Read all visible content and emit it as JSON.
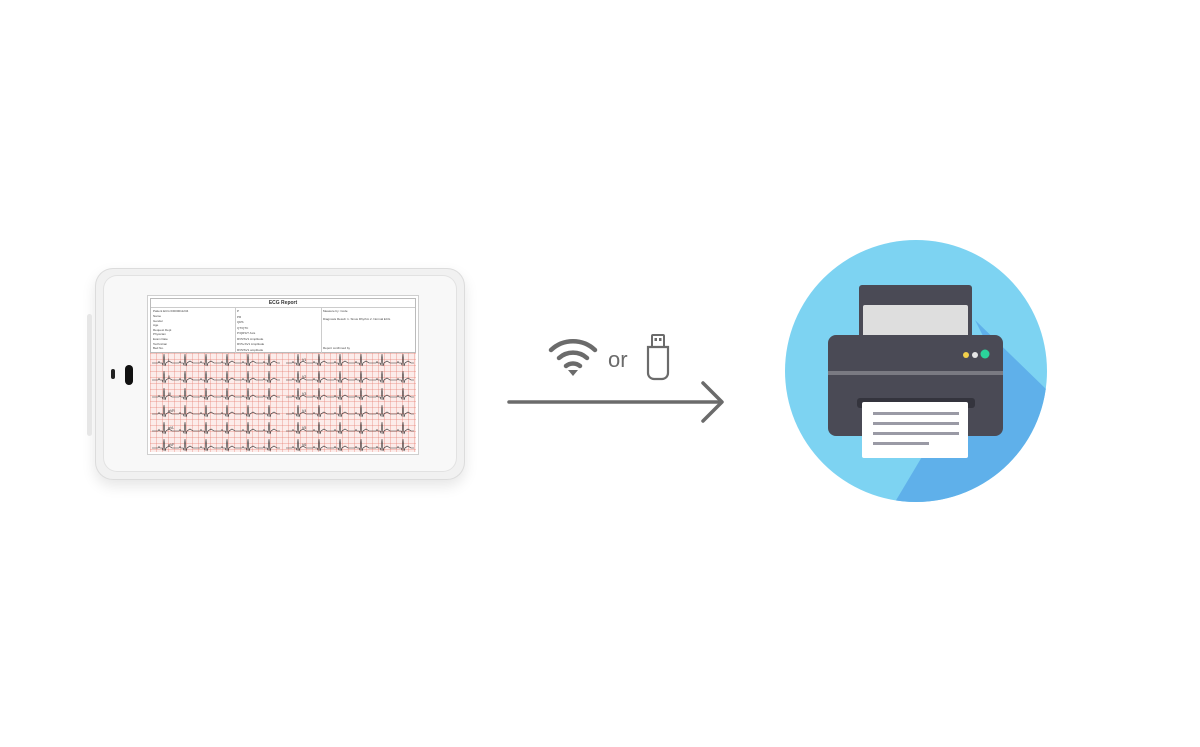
{
  "device": {
    "report_title": "ECG Report",
    "patient_line": "Patient ECG ID000011234",
    "info_left": [
      "Name",
      "Gender",
      "Age",
      "Request Dept",
      "Physician",
      "Exam Date",
      "Technician",
      "Bed No."
    ],
    "info_mid": [
      "P",
      "PR",
      "QRS",
      "QT/QTC",
      "P/QRS/T Axis",
      "RV5/SV1 Amplitude",
      "RV5+SV1 Amplitude",
      "RV5/SV1 amplitude"
    ],
    "info_right": [
      "Measure by: Code",
      "Diagnosis Result: 1. Sinus Rhythm 2. Normal ECG",
      "Report confirmed by"
    ],
    "lead_labels": [
      "I",
      "II",
      "III",
      "aVR",
      "aVL",
      "aVF",
      "V1",
      "V2",
      "V3",
      "V4",
      "V5",
      "V6"
    ]
  },
  "connection": {
    "or_label": "or",
    "wifi_icon": "wifi-icon",
    "usb_icon": "usb-drive-icon"
  },
  "printer": {
    "circle_color": "#7dd3f2",
    "shadow_color": "#5fb0ea",
    "body_color": "#4a4a55",
    "paper_color": "#ffffff",
    "led_colors": [
      "#f2d04b",
      "#e6e6e6",
      "#2bd39a"
    ]
  }
}
